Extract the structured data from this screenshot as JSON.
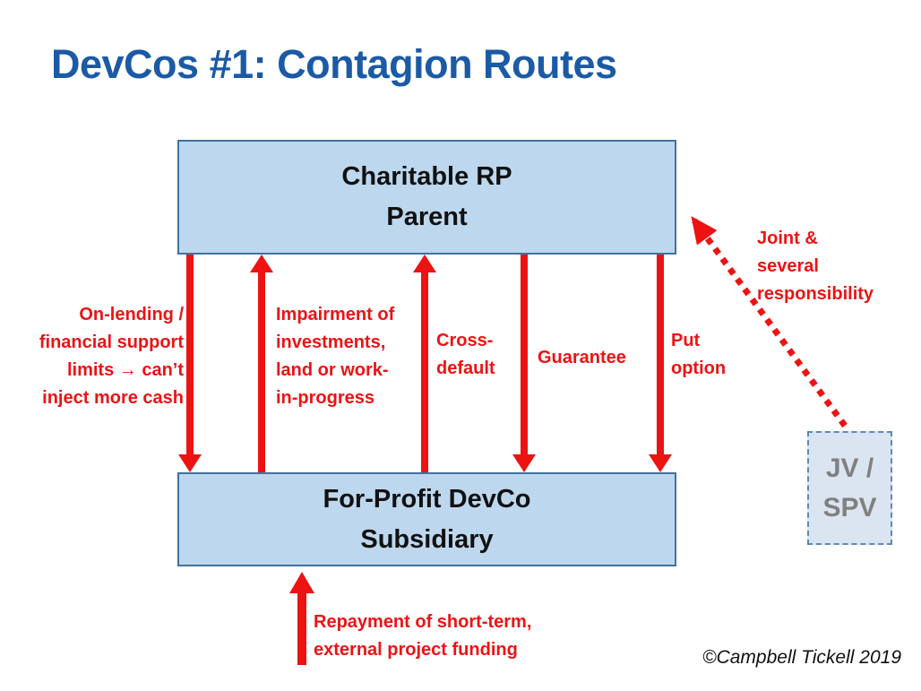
{
  "slide": {
    "title": "DevCos #1: Contagion Routes",
    "copyright": "©Campbell Tickell 2019"
  },
  "boxes": {
    "parent": {
      "text": "Charitable RP\nParent"
    },
    "subsidiary": {
      "text": "For-Profit DevCo\nSubsidiary"
    },
    "jv_spv": {
      "text": "JV /\nSPV"
    }
  },
  "labels": {
    "on_lending": "On-lending /\nfinancial support\nlimits → can’t\ninject more cash",
    "impairment": "Impairment of\ninvestments,\nland or work-\nin-progress",
    "cross_default": "Cross-\ndefault",
    "guarantee": "Guarantee",
    "put_option": "Put\noption",
    "joint_several": "Joint &\nseveral\nresponsibility",
    "repayment": "Repayment of short-term,\nexternal project funding"
  },
  "arrows": {
    "on_lending": {
      "direction": "down",
      "style": "solid"
    },
    "impairment": {
      "direction": "up",
      "style": "solid"
    },
    "cross_default": {
      "direction": "up",
      "style": "solid"
    },
    "guarantee": {
      "direction": "down",
      "style": "solid"
    },
    "put_option": {
      "direction": "down",
      "style": "solid"
    },
    "repayment": {
      "direction": "up",
      "style": "solid"
    },
    "joint_several": {
      "direction": "up-left",
      "style": "dotted"
    }
  },
  "colors": {
    "title_blue": "#1b5aa5",
    "accent_red": "#ed1313",
    "box_fill": "#bdd7ee",
    "box_border": "#41719c",
    "jv_fill": "#dbe5f1",
    "jv_border": "#6288b8",
    "jv_text": "#808080",
    "text_black": "#111111"
  }
}
